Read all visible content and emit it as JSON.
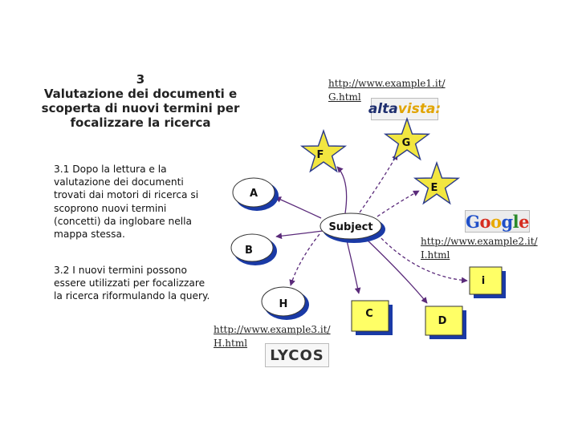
{
  "title": {
    "number": "3",
    "text": "Valutazione dei documenti e scoperta di nuovi termini per focalizzare la ricerca"
  },
  "paragraph1": "3.1 Dopo la lettura e la\nvalutazione  dei documenti\ntrovati dai motori di ricerca si\nscoprono nuovi termini\n(concetti) da inglobare nella\nmappa stessa.",
  "paragraph2": "3.2 I nuovi termini possono\nessere utilizzati  per focalizzare\nla ricerca riformulando la query.",
  "urls": {
    "url1": "http://www.example1.it/\nG.html",
    "url2": "http://www.example2.it/\nI.html",
    "url3": "http://www.example3.it/\nH.html"
  },
  "logos": {
    "altavista": {
      "part1": "alta",
      "part2": "vista:"
    },
    "google": [
      "G",
      "o",
      "o",
      "g",
      "l",
      "e"
    ],
    "lycos": "LYCOS"
  },
  "nodes": {
    "subject": "Subject",
    "a": "A",
    "b": "B",
    "h": "H",
    "c": "C",
    "d": "D",
    "i": "i",
    "f": "F",
    "g": "G",
    "e": "E"
  },
  "colors": {
    "arrow": "#5a2a7a",
    "star_fill": "#f2e640",
    "star_stroke": "#2a3a8a",
    "ellipse_fill": "#ffffff",
    "square_fill": "#ffff66",
    "shadow": "#1a3aa6"
  }
}
